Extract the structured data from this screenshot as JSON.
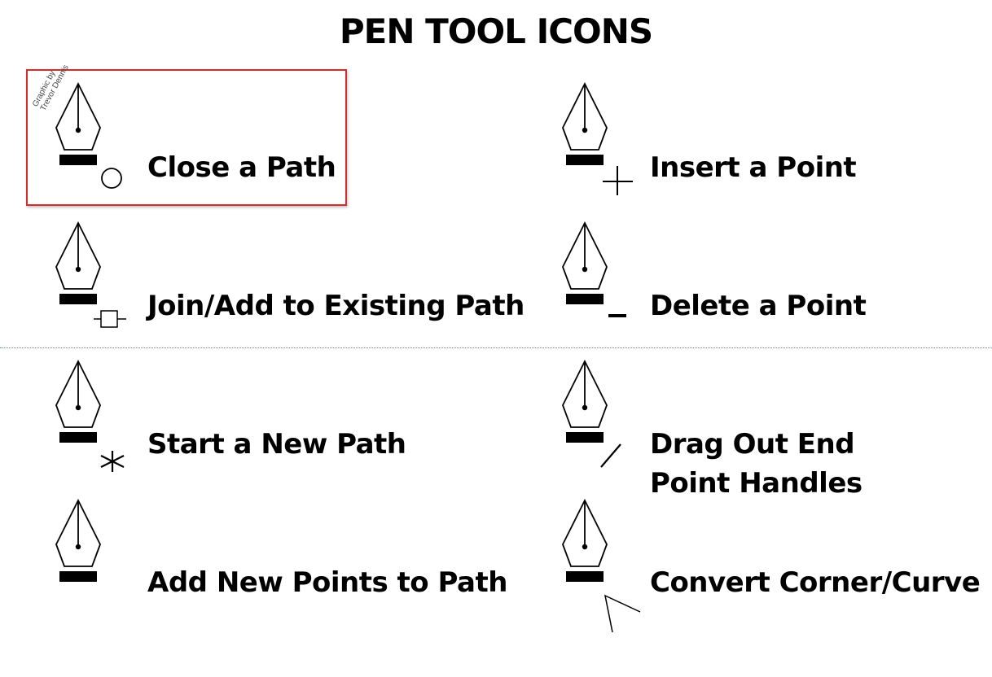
{
  "title": "PEN TOOL ICONS",
  "credit": {
    "line1": "Graphic by",
    "line2": "Trevor Dennis"
  },
  "accent_color": "#d62b2b",
  "items": [
    {
      "label": "Close a Path",
      "modifier": "circle-icon",
      "highlighted": true
    },
    {
      "label": "Join/Add to Existing Path",
      "modifier": "join-square-icon"
    },
    {
      "label": "Start a New Path",
      "modifier": "asterisk-icon"
    },
    {
      "label": "Add New Points to Path",
      "modifier": "none"
    },
    {
      "label": "Insert a Point",
      "modifier": "plus-icon"
    },
    {
      "label": "Delete a Point",
      "modifier": "minus-icon"
    },
    {
      "label_line1": "Drag Out End",
      "label_line2": "Point Handles",
      "modifier": "slash-icon"
    },
    {
      "label": "Convert Corner/Curve",
      "modifier": "caret-icon"
    }
  ]
}
